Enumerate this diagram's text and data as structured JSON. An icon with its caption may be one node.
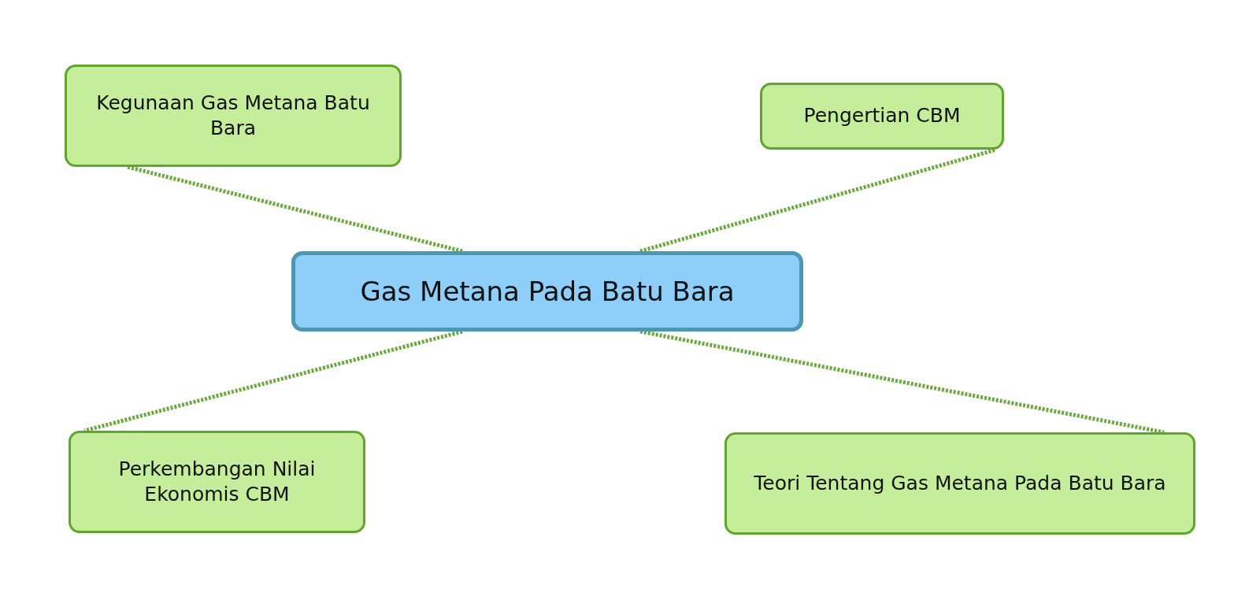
{
  "diagram": {
    "nodes": [
      {
        "text": [
          "Kegunaan Gas Metana Batu Bara"
        ]
      },
      {
        "text": [
          "Pengertian CBM"
        ]
      },
      {
        "text": [
          "Gas Metana Pada Batu Bara"
        ]
      },
      {
        "text": [
          "Perkembangan Nilai Ekonomis CBM"
        ]
      },
      {
        "text": [
          "Teori Tentang Gas Metana Pada Batu Bara"
        ]
      }
    ],
    "edges": [
      {
        "from": 2,
        "to": 0,
        "arrow": "none",
        "style": "dashed"
      },
      {
        "from": 2,
        "to": 1,
        "arrow": "none",
        "style": "dashed"
      },
      {
        "from": 2,
        "to": 3,
        "arrow": "none",
        "style": "dashed"
      },
      {
        "from": 2,
        "to": 4,
        "arrow": "none",
        "style": "dashed"
      }
    ]
  }
}
